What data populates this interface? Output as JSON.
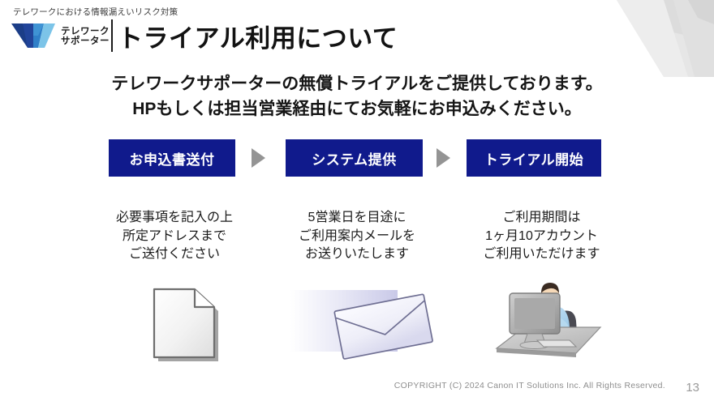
{
  "header": {
    "tagline": "テレワークにおける情報漏えいリスク対策",
    "logo": {
      "name": "telework-supporter-logo",
      "line1": "テレワーク",
      "line2": "サポーター"
    },
    "title": "トライアル利用について"
  },
  "lead": {
    "line1": "テレワークサポーターの無償トライアルをご提供しております。",
    "line2": "HPもしくは担当営業経由にてお気軽にお申込みください。"
  },
  "steps": [
    {
      "label": "お申込書送付"
    },
    {
      "label": "システム提供"
    },
    {
      "label": "トライアル開始"
    }
  ],
  "arrows": [
    {
      "name": "step-arrow-1"
    },
    {
      "name": "step-arrow-2"
    }
  ],
  "captions": [
    {
      "line1": "必要事項を記入の上",
      "line2": "所定アドレスまで",
      "line3": "ご送付ください"
    },
    {
      "line1": "5営業日を目途に",
      "line2": "ご利用案内メールを",
      "line3": "お送りいたします"
    },
    {
      "line1": "ご利用期間は",
      "line2": "1ヶ月10アカウント",
      "line3": "ご利用いただけます"
    }
  ],
  "artwork": [
    {
      "name": "document-icon"
    },
    {
      "name": "envelope-icon"
    },
    {
      "name": "person-at-computer-icon"
    }
  ],
  "footer": {
    "copyright": "COPYRIGHT (C) 2024 Canon IT Solutions Inc. All Rights Reserved.",
    "page_number": "13"
  },
  "colors": {
    "step_box": "#101a8c",
    "arrow": "#949494",
    "logo_dark": "#1b3d87",
    "logo_mid": "#2f7fc8",
    "logo_light": "#7cc4e8",
    "title_text": "#121212",
    "footer_text": "#8e8e8e"
  }
}
